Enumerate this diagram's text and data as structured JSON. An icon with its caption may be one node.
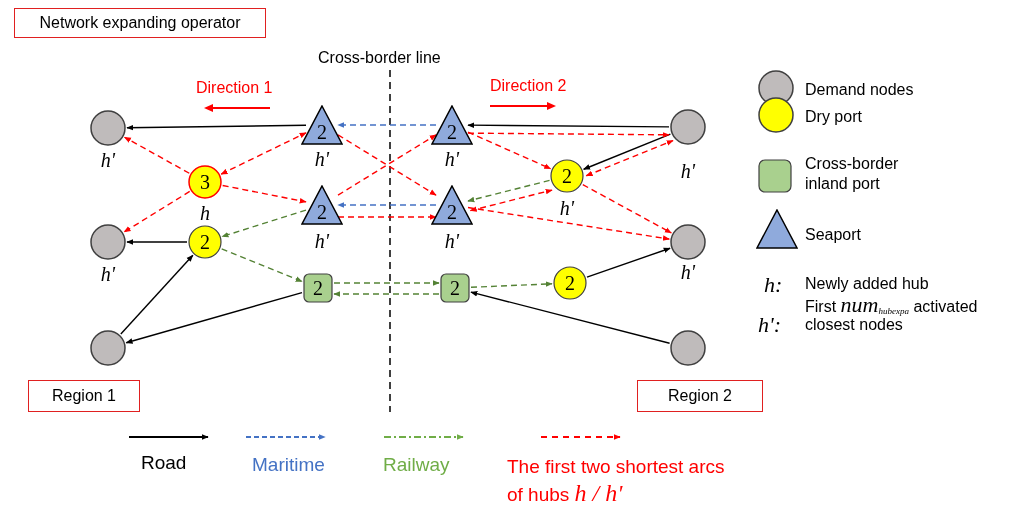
{
  "diagram": {
    "nodes": [
      {
        "text": [],
        "shape": "circle",
        "beside": [
          "h'"
        ]
      },
      {
        "text": [],
        "shape": "circle",
        "beside": [
          "h'"
        ]
      },
      {
        "text": [],
        "shape": "circle"
      },
      {
        "text": [
          "3"
        ],
        "beside": [
          "h"
        ]
      },
      {
        "text": [
          "2"
        ]
      },
      {
        "text": [
          "2"
        ],
        "beside": [
          "h'"
        ]
      },
      {
        "text": [
          "2"
        ],
        "beside": [
          "h'"
        ]
      },
      {
        "text": [
          "2"
        ]
      },
      {
        "text": [
          "2"
        ],
        "beside": [
          "h'"
        ]
      },
      {
        "text": [
          "2"
        ],
        "beside": [
          "h'"
        ]
      },
      {
        "text": [
          "2"
        ]
      },
      {
        "text": [
          "2"
        ],
        "beside": [
          "h'"
        ]
      },
      {
        "text": [
          "2"
        ]
      },
      {
        "text": [],
        "shape": "circle",
        "beside": [
          "h'"
        ]
      },
      {
        "text": [],
        "shape": "circle",
        "beside": [
          "h'"
        ]
      },
      {
        "text": [],
        "shape": "circle"
      },
      {
        "text": [
          "Network expanding operator"
        ]
      },
      {
        "text": [
          "Region 1"
        ]
      },
      {
        "text": [
          "Region 2"
        ]
      }
    ],
    "edges": [
      {
        "from": 5,
        "to": 0,
        "arrow": "to",
        "color": "#000000"
      },
      {
        "from": 13,
        "to": 8,
        "arrow": "to",
        "color": "#000000"
      },
      {
        "from": 13,
        "to": 11,
        "arrow": "to",
        "color": "#000000"
      },
      {
        "from": 4,
        "to": 1,
        "arrow": "to",
        "color": "#000000"
      },
      {
        "from": 2,
        "to": 4,
        "arrow": "to",
        "color": "#000000"
      },
      {
        "from": 7,
        "to": 2,
        "arrow": "to",
        "color": "#000000"
      },
      {
        "from": 15,
        "to": 10,
        "arrow": "to",
        "color": "#000000"
      },
      {
        "from": 12,
        "to": 14,
        "arrow": "to",
        "color": "#000000"
      },
      {
        "from": 8,
        "to": 5,
        "arrow": "to",
        "style": "dashed",
        "color": "#4472c4"
      },
      {
        "from": 9,
        "to": 6,
        "arrow": "to",
        "style": "dashed",
        "color": "#4472c4"
      },
      {
        "from": 6,
        "to": 4,
        "arrow": "to",
        "style": "dashed",
        "color": "#548235"
      },
      {
        "from": 4,
        "to": 7,
        "arrow": "to",
        "style": "dashed",
        "color": "#548235"
      },
      {
        "from": 7,
        "to": 10,
        "arrow": "to",
        "style": "dashed",
        "color": "#548235"
      },
      {
        "from": 10,
        "to": 7,
        "arrow": "to",
        "style": "dashed",
        "color": "#548235"
      },
      {
        "from": 11,
        "to": 9,
        "arrow": "to",
        "style": "dashed",
        "color": "#548235"
      },
      {
        "from": 10,
        "to": 12,
        "arrow": "to",
        "style": "dashed",
        "color": "#548235"
      },
      {
        "from": 3,
        "to": 0,
        "arrow": "to",
        "style": "dashed"
      },
      {
        "from": 3,
        "to": 1,
        "arrow": "to",
        "style": "dashed"
      },
      {
        "from": 3,
        "to": 5,
        "arrow": "both",
        "style": "dashed"
      },
      {
        "from": 3,
        "to": 6,
        "arrow": "to",
        "style": "dashed"
      },
      {
        "from": 5,
        "to": 9,
        "arrow": "to",
        "style": "dashed"
      },
      {
        "from": 6,
        "to": 8,
        "arrow": "to",
        "style": "dashed"
      },
      {
        "from": 6,
        "to": 9,
        "arrow": "to",
        "style": "dashed"
      },
      {
        "from": 8,
        "to": 13,
        "arrow": "to",
        "style": "dashed"
      },
      {
        "from": 8,
        "to": 11,
        "arrow": "to",
        "style": "dashed"
      },
      {
        "from": 9,
        "to": 11,
        "arrow": "both",
        "style": "dashed"
      },
      {
        "from": 11,
        "to": 13,
        "arrow": "both",
        "style": "dashed"
      },
      {
        "from": 11,
        "to": 14,
        "arrow": "to",
        "style": "dashed"
      },
      {
        "from": 9,
        "to": 14,
        "arrow": "to",
        "style": "dashed"
      }
    ],
    "labels": [
      "Cross-border line",
      "Direction 1",
      "Direction 2",
      "h:",
      "Newly added hub",
      "h':",
      "First *num*$_{hubexpa}$ activated closest nodes"
    ],
    "legend": [
      {
        "text": "Demand nodes",
        "color": "#bfbbbb"
      },
      {
        "text": "Dry port",
        "color": "#ffff00"
      },
      {
        "text": "Cross-border inland port",
        "color": "#a9d08e"
      },
      {
        "text": "Seaport",
        "color": "#8faadc"
      },
      {
        "text": "Road",
        "color": "#000000"
      },
      {
        "text": "Maritime",
        "color": "#4472c4"
      },
      {
        "text": "Railway",
        "color": "#70ad47"
      },
      {
        "text": "The first two shortest arcs of hubs *h / h'*",
        "color": "#ff0000"
      }
    ]
  }
}
